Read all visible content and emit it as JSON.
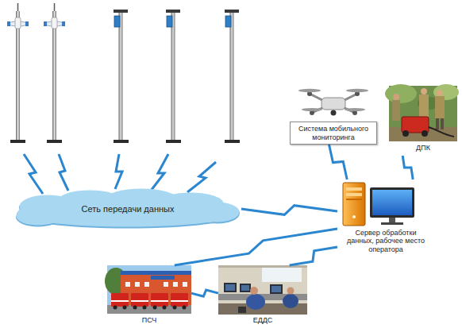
{
  "diagram": {
    "nodes": [
      {
        "text": [
          "Система мобильного мониторинга"
        ]
      },
      {
        "text": [
          "ДПК"
        ]
      },
      {
        "text": [
          "Сеть передачи данных"
        ]
      },
      {
        "text": [
          "Сервер обработки данных, рабочее место оператора"
        ]
      },
      {
        "text": [
          "ПСЧ"
        ]
      },
      {
        "text": [
          "ЕДДС"
        ]
      }
    ],
    "edges": [
      {
        "from": 2,
        "to": 3,
        "arrow": "none"
      },
      {
        "from": 0,
        "to": 3,
        "arrow": "none"
      },
      {
        "from": 1,
        "to": 3,
        "arrow": "none"
      },
      {
        "from": 3,
        "to": 4,
        "arrow": "none"
      },
      {
        "from": 3,
        "to": 5,
        "arrow": "none"
      },
      {
        "from": 4,
        "to": 5,
        "arrow": "none"
      }
    ]
  }
}
